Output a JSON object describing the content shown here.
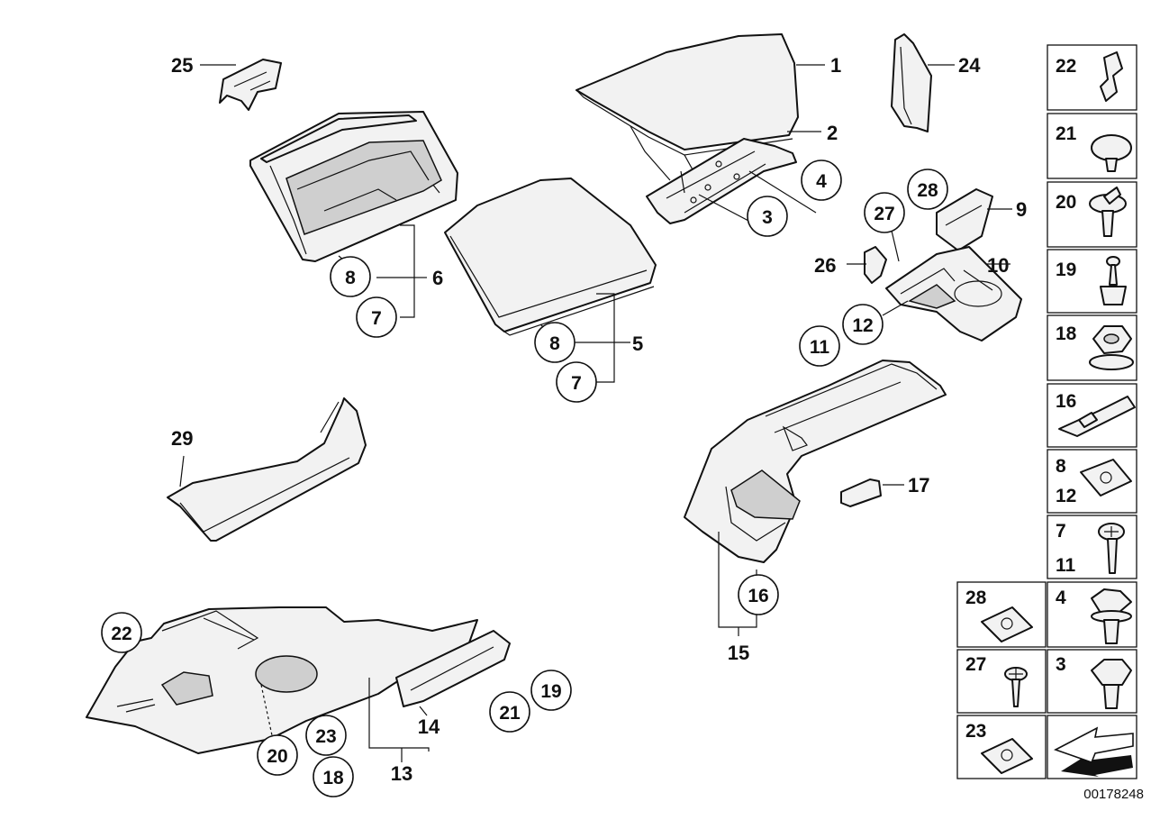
{
  "diagram_id": "00178248",
  "labels": {
    "l1": "1",
    "l2": "2",
    "l4": "4",
    "l3": "3",
    "l5": "5",
    "l6": "6",
    "l7a": "7",
    "l7b": "7",
    "l8a": "8",
    "l8b": "8",
    "l9": "9",
    "l10": "10",
    "l11": "11",
    "l12": "12",
    "l13": "13",
    "l14": "14",
    "l15": "15",
    "l16": "16",
    "l17": "17",
    "l18": "18",
    "l19": "19",
    "l20": "20",
    "l21": "21",
    "l22": "22",
    "l23": "23",
    "l24": "24",
    "l25": "25",
    "l26": "26",
    "l27": "27",
    "l28": "28",
    "l29": "29"
  },
  "parts_panel": {
    "r22": "22",
    "r21": "21",
    "r20": "20",
    "r19": "19",
    "r18": "18",
    "r16": "16",
    "r8": "8",
    "r12": "12",
    "r7": "7",
    "r11": "11",
    "r28": "28",
    "r4": "4",
    "r27": "27",
    "r3": "3",
    "r23": "23"
  }
}
